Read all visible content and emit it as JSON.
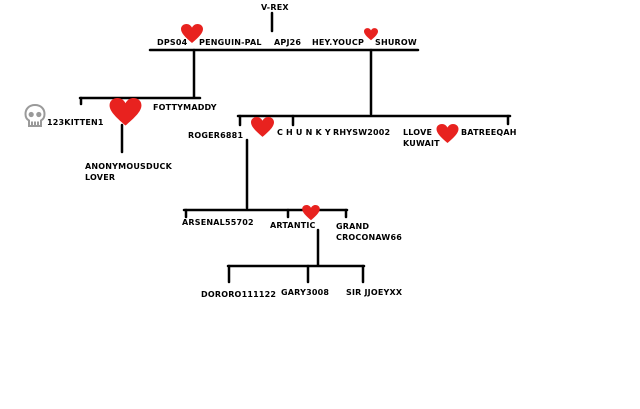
{
  "colors": {
    "line": "#000000",
    "heart": "#e8221f",
    "text": "#000000",
    "skull": "#9a9a9a"
  },
  "icons": {
    "heart": "heart-icon",
    "skull": "skull-icon"
  },
  "nodes": {
    "vrex": "V-REX",
    "dps04": "DPS04",
    "penguin_pal": "PENGUIN-PAL",
    "apj26": "APJ26",
    "hey_youcp": "HEY.YOUCP",
    "shurow": "SHUROW",
    "kitten": "123KITTEN1",
    "fottymaddy": "FOTTYMADDY",
    "anonymousduck": "ANONYMOUSDUCK\nLOVER",
    "roger": "ROGER6881",
    "chunky": "C H U N K Y",
    "rhysw": "RHYSW2002",
    "llove_kuwait": "LLOVE\nKUWAIT",
    "batreeqah": "BATREEQAH",
    "arsenal": "ARSENAL55702",
    "artantic": "ARTANTIC",
    "grand_croconaw": "GRAND\nCROCONAW66",
    "dororo": "DORORO111122",
    "gary": "GARY3008",
    "sir_jjoeyxx": "SIR JJOEYXX"
  }
}
